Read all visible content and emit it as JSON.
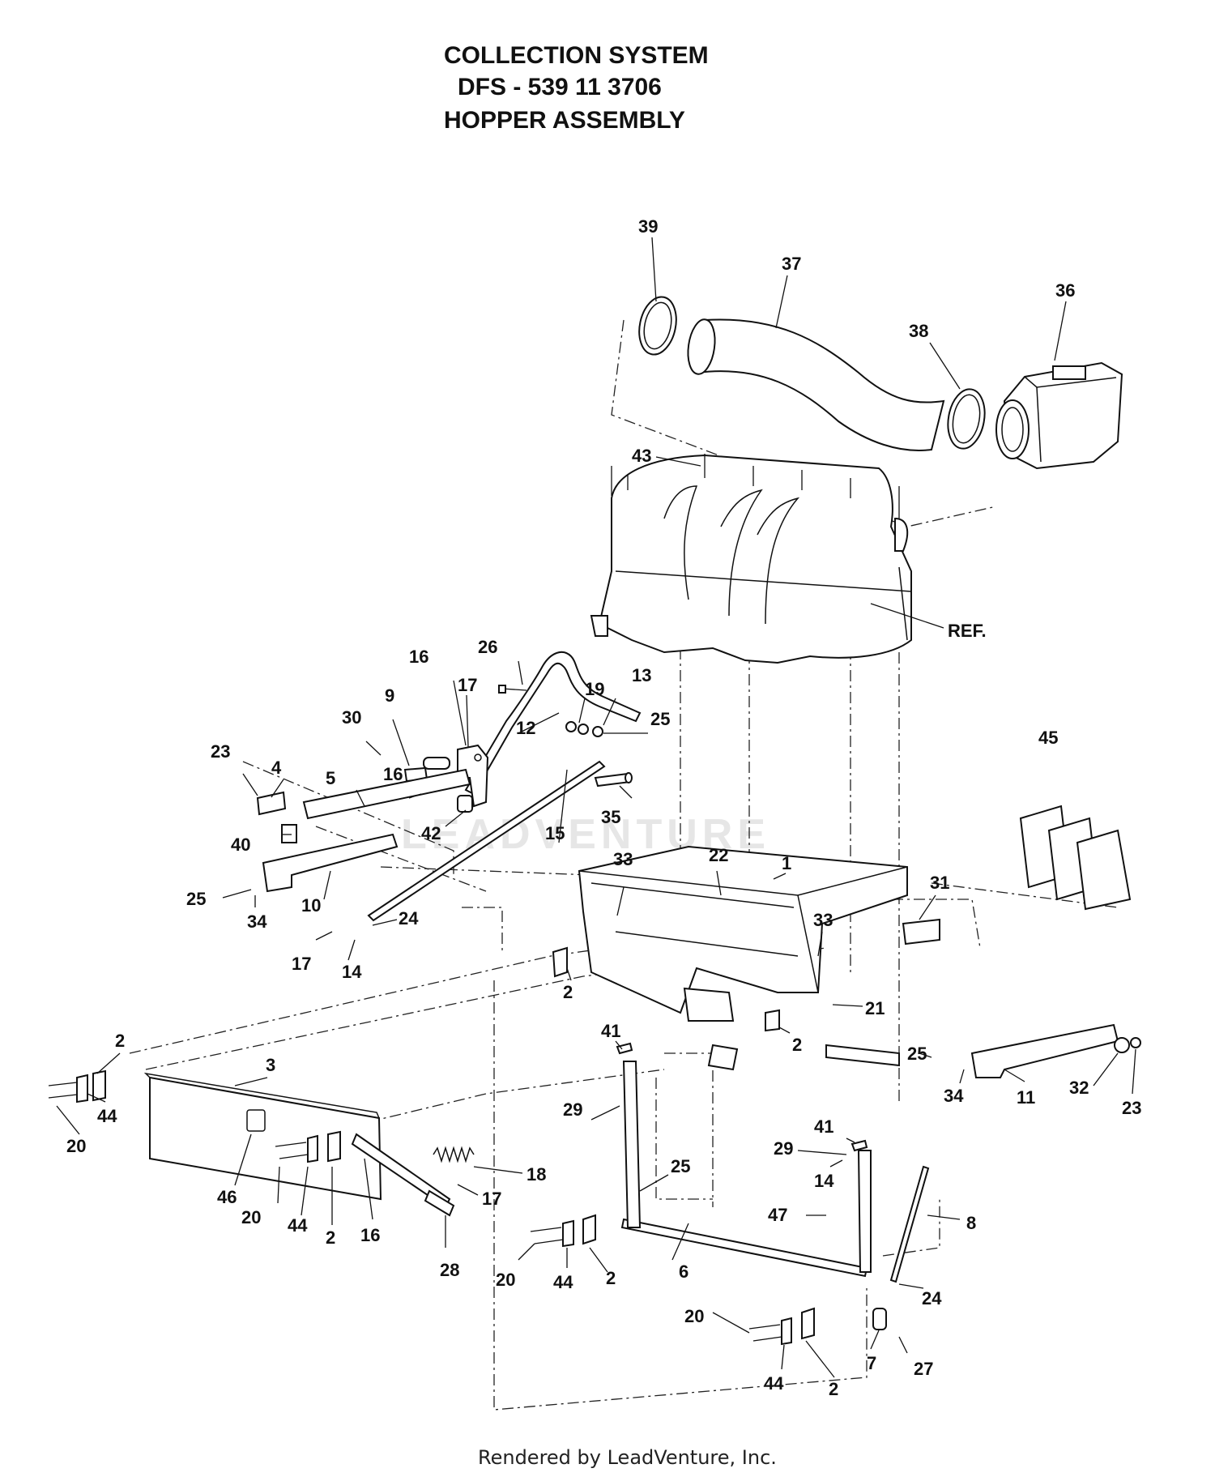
{
  "title": {
    "line1": "COLLECTION SYSTEM",
    "line2": "DFS - 539 11 3706",
    "line3": "HOPPER ASSEMBLY"
  },
  "watermark": "LEADVENTURE",
  "footer": "Rendered by LeadVenture, Inc.",
  "callouts": [
    {
      "id": "c39",
      "label": "39"
    },
    {
      "id": "c37",
      "label": "37"
    },
    {
      "id": "c36",
      "label": "36"
    },
    {
      "id": "c38",
      "label": "38"
    },
    {
      "id": "c43",
      "label": "43"
    },
    {
      "id": "cREF",
      "label": "REF."
    },
    {
      "id": "c26",
      "label": "26"
    },
    {
      "id": "c16a",
      "label": "16"
    },
    {
      "id": "c17a",
      "label": "17"
    },
    {
      "id": "c19",
      "label": "19"
    },
    {
      "id": "c13",
      "label": "13"
    },
    {
      "id": "c9",
      "label": "9"
    },
    {
      "id": "c30",
      "label": "30"
    },
    {
      "id": "c12",
      "label": "12"
    },
    {
      "id": "c25a",
      "label": "25"
    },
    {
      "id": "c23a",
      "label": "23"
    },
    {
      "id": "c4",
      "label": "4"
    },
    {
      "id": "c5",
      "label": "5"
    },
    {
      "id": "c16b",
      "label": "16"
    },
    {
      "id": "c42",
      "label": "42"
    },
    {
      "id": "c15",
      "label": "15"
    },
    {
      "id": "c35",
      "label": "35"
    },
    {
      "id": "c45",
      "label": "45"
    },
    {
      "id": "c40",
      "label": "40"
    },
    {
      "id": "c25b",
      "label": "25"
    },
    {
      "id": "c34a",
      "label": "34"
    },
    {
      "id": "c10",
      "label": "10"
    },
    {
      "id": "c33a",
      "label": "33"
    },
    {
      "id": "c22",
      "label": "22"
    },
    {
      "id": "c1",
      "label": "1"
    },
    {
      "id": "c31",
      "label": "31"
    },
    {
      "id": "c24a",
      "label": "24"
    },
    {
      "id": "c33b",
      "label": "33"
    },
    {
      "id": "c17b",
      "label": "17"
    },
    {
      "id": "c14a",
      "label": "14"
    },
    {
      "id": "c2a",
      "label": "2"
    },
    {
      "id": "c21",
      "label": "21"
    },
    {
      "id": "c41a",
      "label": "41"
    },
    {
      "id": "c2b",
      "label": "2"
    },
    {
      "id": "c25c",
      "label": "25"
    },
    {
      "id": "c34b",
      "label": "34"
    },
    {
      "id": "c11",
      "label": "11"
    },
    {
      "id": "c32",
      "label": "32"
    },
    {
      "id": "c23b",
      "label": "23"
    },
    {
      "id": "c2c",
      "label": "2"
    },
    {
      "id": "c3",
      "label": "3"
    },
    {
      "id": "c44a",
      "label": "44"
    },
    {
      "id": "c20a",
      "label": "20"
    },
    {
      "id": "c29a",
      "label": "29"
    },
    {
      "id": "c41b",
      "label": "41"
    },
    {
      "id": "c29b",
      "label": "29"
    },
    {
      "id": "c14b",
      "label": "14"
    },
    {
      "id": "c18",
      "label": "18"
    },
    {
      "id": "c17c",
      "label": "17"
    },
    {
      "id": "c25d",
      "label": "25"
    },
    {
      "id": "c46",
      "label": "46"
    },
    {
      "id": "c20b",
      "label": "20"
    },
    {
      "id": "c44b",
      "label": "44"
    },
    {
      "id": "c2d",
      "label": "2"
    },
    {
      "id": "c16c",
      "label": "16"
    },
    {
      "id": "c47",
      "label": "47"
    },
    {
      "id": "c8",
      "label": "8"
    },
    {
      "id": "c28",
      "label": "28"
    },
    {
      "id": "c20c",
      "label": "20"
    },
    {
      "id": "c44c",
      "label": "44"
    },
    {
      "id": "c2e",
      "label": "2"
    },
    {
      "id": "c6",
      "label": "6"
    },
    {
      "id": "c24b",
      "label": "24"
    },
    {
      "id": "c20d",
      "label": "20"
    },
    {
      "id": "c7",
      "label": "7"
    },
    {
      "id": "c27",
      "label": "27"
    },
    {
      "id": "c44d",
      "label": "44"
    },
    {
      "id": "c2f",
      "label": "2"
    }
  ]
}
